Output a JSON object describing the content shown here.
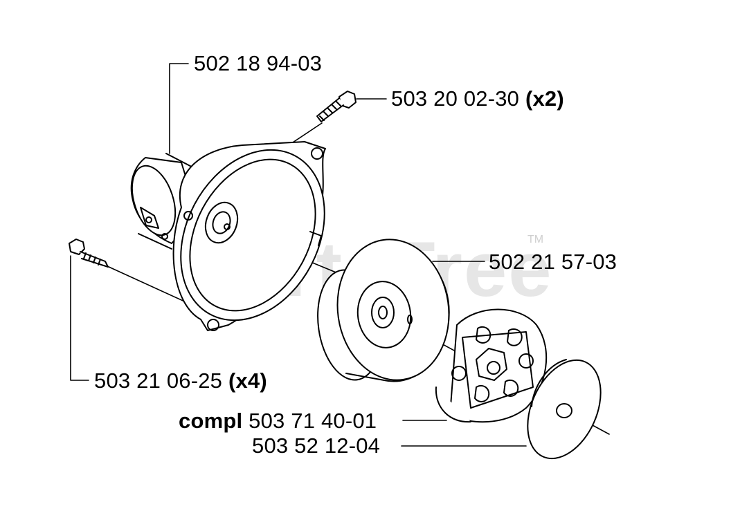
{
  "watermark": {
    "text": "PartsTree",
    "tm": "TM"
  },
  "parts": {
    "clutch_housing": {
      "number": "502 18 94-03"
    },
    "housing_screw": {
      "number": "503 20 02-30",
      "qty": "(x2)"
    },
    "clutch_drum": {
      "number": "502 21 57-03"
    },
    "mount_screw": {
      "number": "503 21 06-25",
      "qty": "(x4)"
    },
    "clutch_assembly": {
      "prefix": "compl",
      "number": "503 71 40-01"
    },
    "washer": {
      "number": "503 52 12-04"
    }
  }
}
